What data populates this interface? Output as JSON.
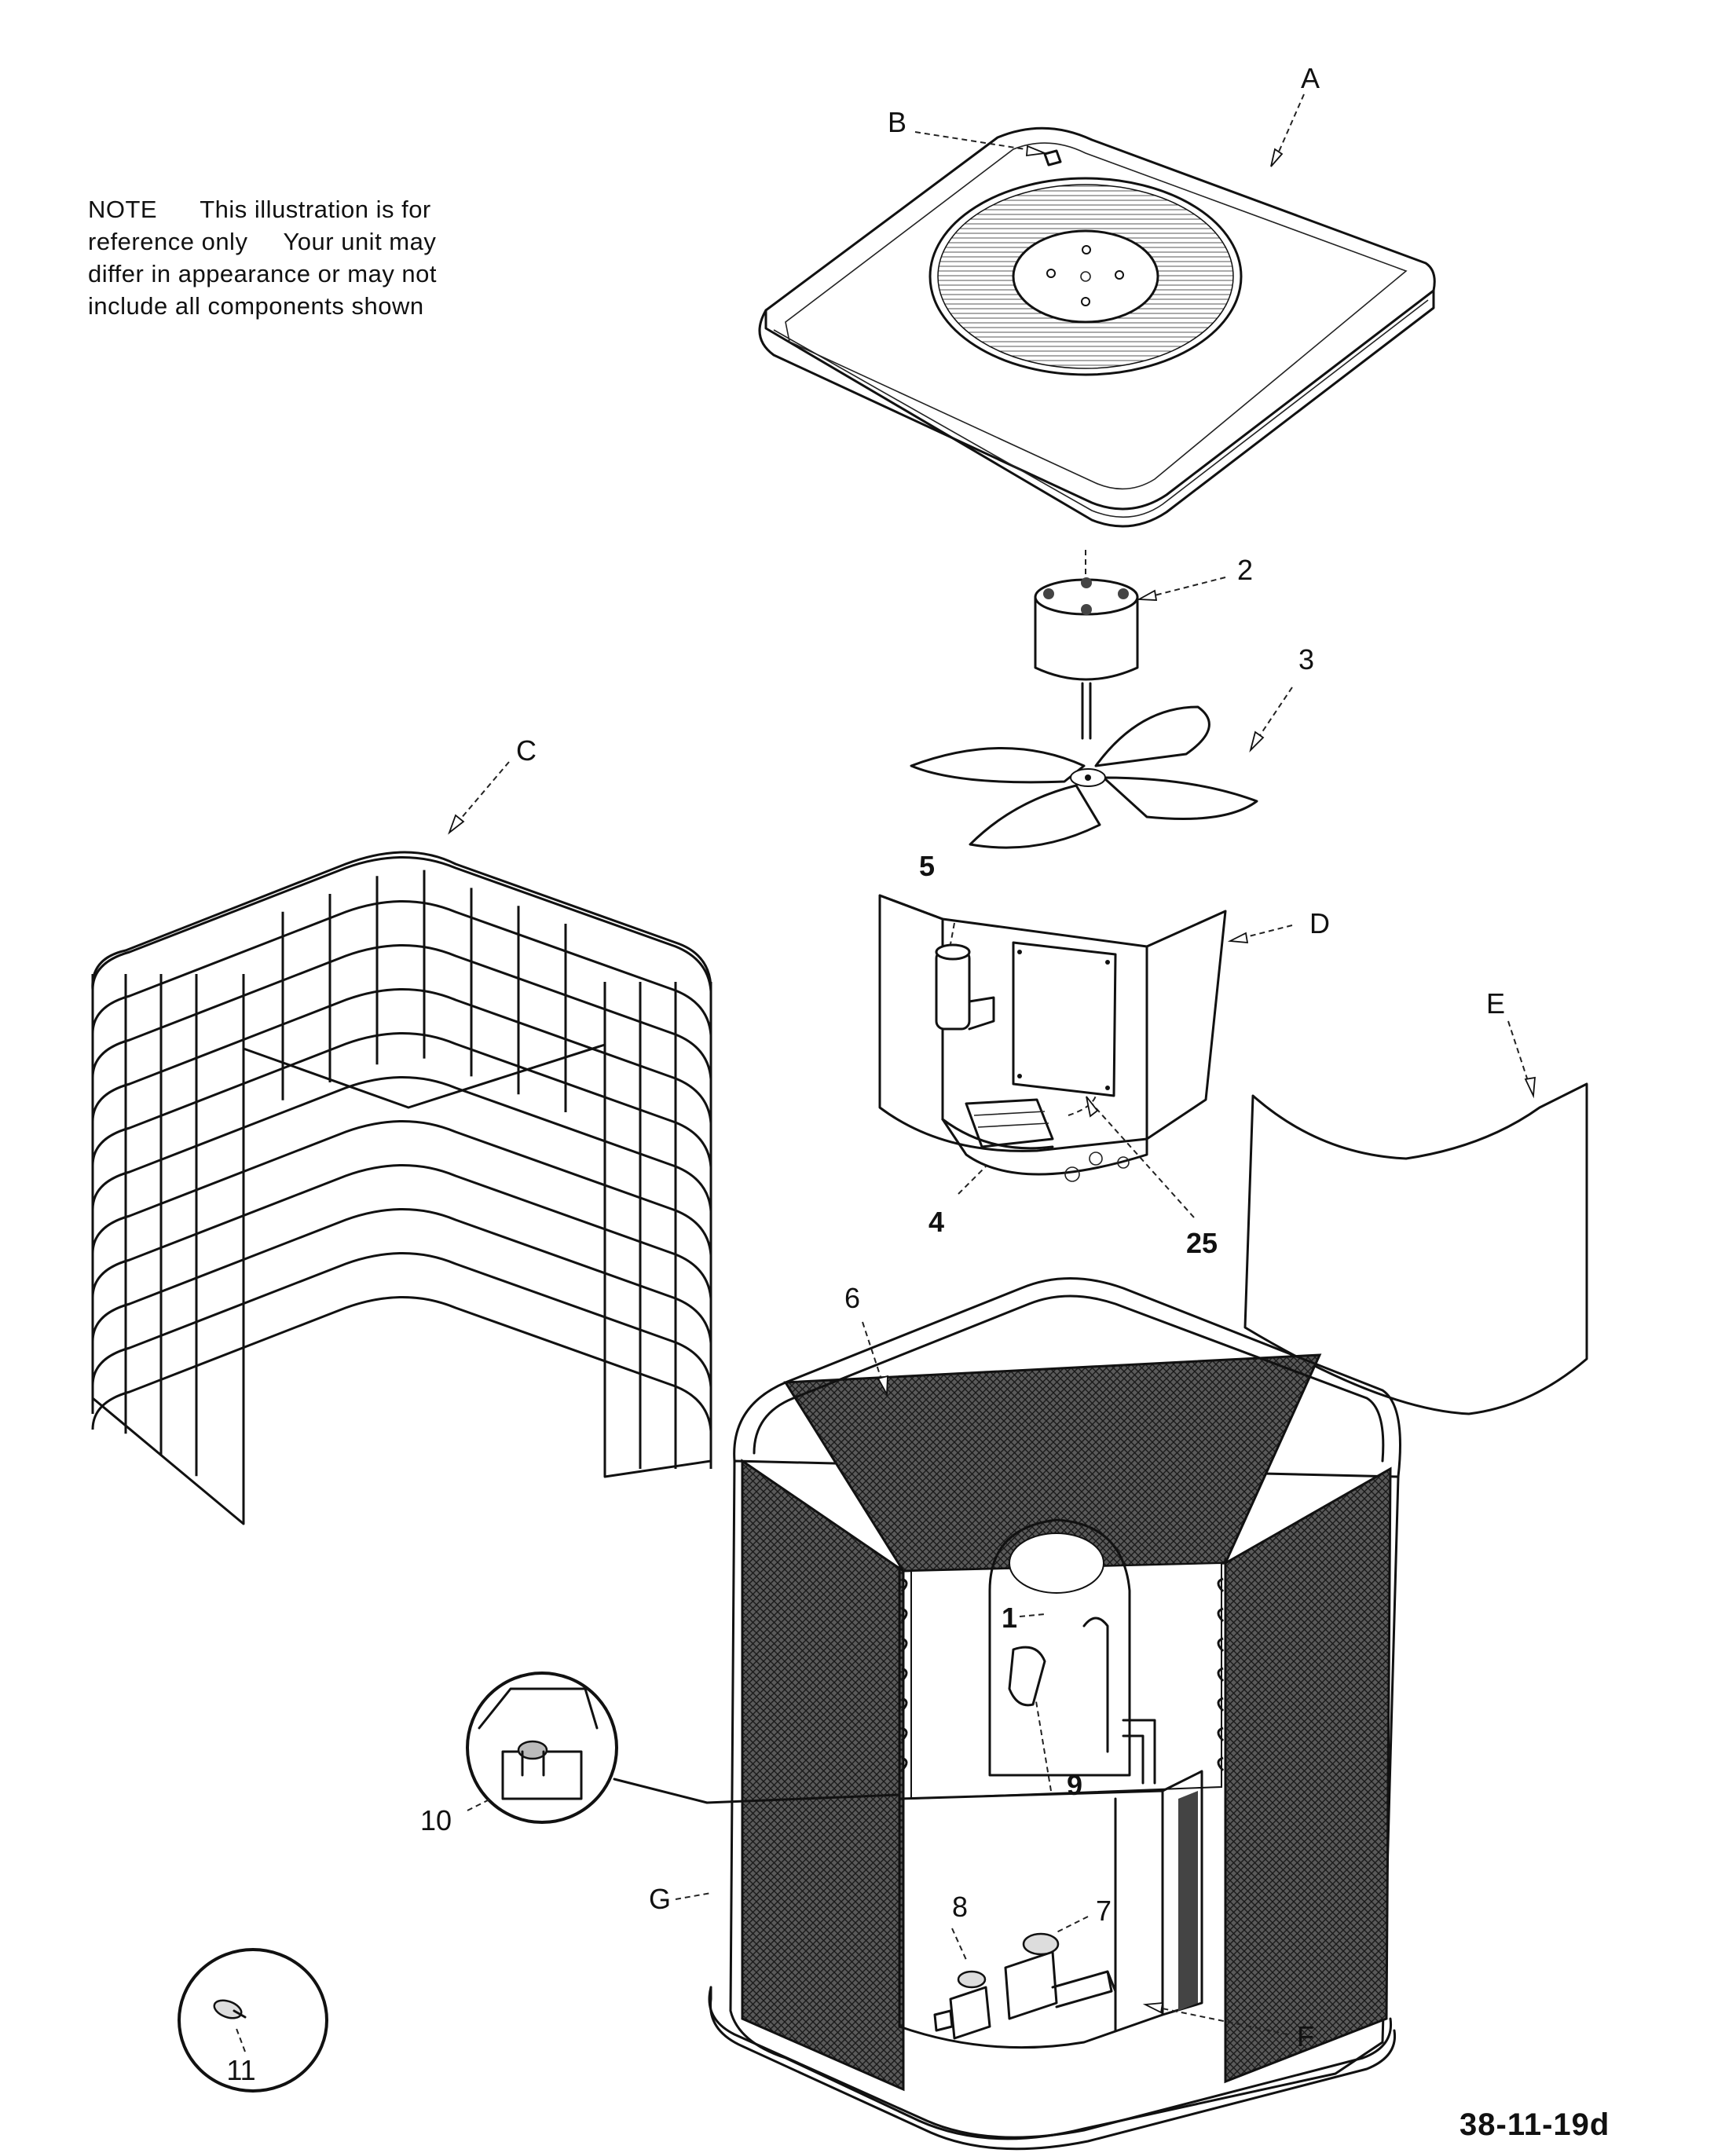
{
  "note": {
    "lines": [
      "NOTE      This illustration is for",
      "reference only     Your unit may",
      "differ in appearance or may not",
      "include all components shown"
    ]
  },
  "drawing_id": "38-11-19d",
  "callouts": {
    "A": "A",
    "B": "B",
    "C": "C",
    "D": "D",
    "E": "E",
    "F": "F",
    "G": "G",
    "n1": "1",
    "n2": "2",
    "n3": "3",
    "n4": "4",
    "n5": "5",
    "n6": "6",
    "n7": "7",
    "n8": "8",
    "n9": "9",
    "n10": "10",
    "n11": "11",
    "n25": "25"
  }
}
